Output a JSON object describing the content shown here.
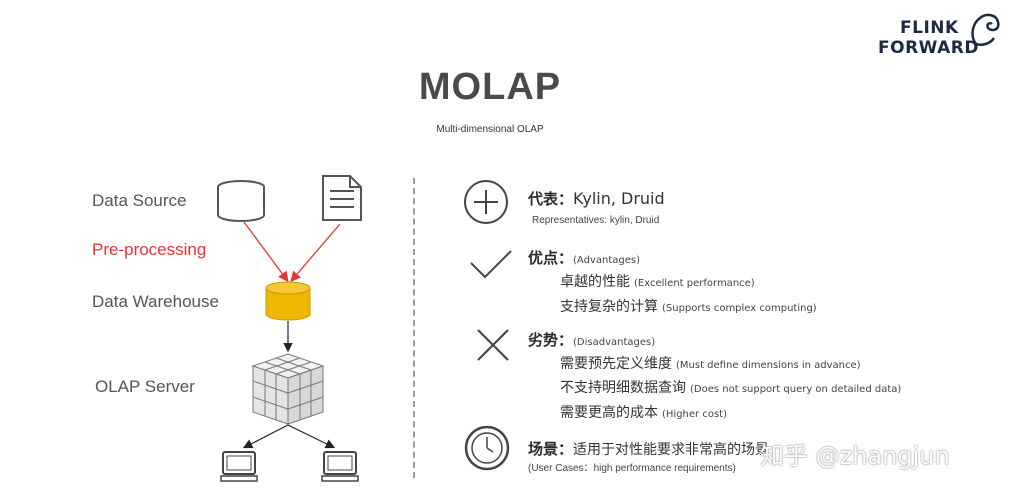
{
  "logo": {
    "line1": "FLINK",
    "line2": "FORWARD"
  },
  "title": "MOLAP",
  "subtitle": "Multi-dimensional OLAP",
  "diagram": {
    "data_source": "Data Source",
    "pre_processing": "Pre-processing",
    "data_warehouse": "Data Warehouse",
    "olap_server": "OLAP Server"
  },
  "representatives": {
    "label": "代表：",
    "value": "Kylin, Druid",
    "english": "Representatives: kylin, Druid"
  },
  "advantages": {
    "label": "优点：",
    "english": "(Advantages)",
    "items": [
      {
        "cn": "卓越的性能",
        "en": "(Excellent performance)"
      },
      {
        "cn": "支持复杂的计算",
        "en": "(Supports complex computing)"
      }
    ]
  },
  "disadvantages": {
    "label": "劣势：",
    "english": "(Disadvantages)",
    "items": [
      {
        "cn": "需要预先定义维度",
        "en": "(Must define dimensions in advance)"
      },
      {
        "cn": "不支持明细数据查询",
        "en": "(Does not support query on detailed data)"
      },
      {
        "cn": "需要更高的成本",
        "en": "(Higher cost)"
      }
    ]
  },
  "use_cases": {
    "label": "场景：",
    "value": "适用于对性能要求非常高的场景",
    "english": "(User Cases：high performance requirements)"
  },
  "watermark": "知乎 @zhangjun",
  "colors": {
    "arrow_red": "#e8342e",
    "warehouse_yellow": "#f2b705",
    "text_red": "#e8342e"
  }
}
